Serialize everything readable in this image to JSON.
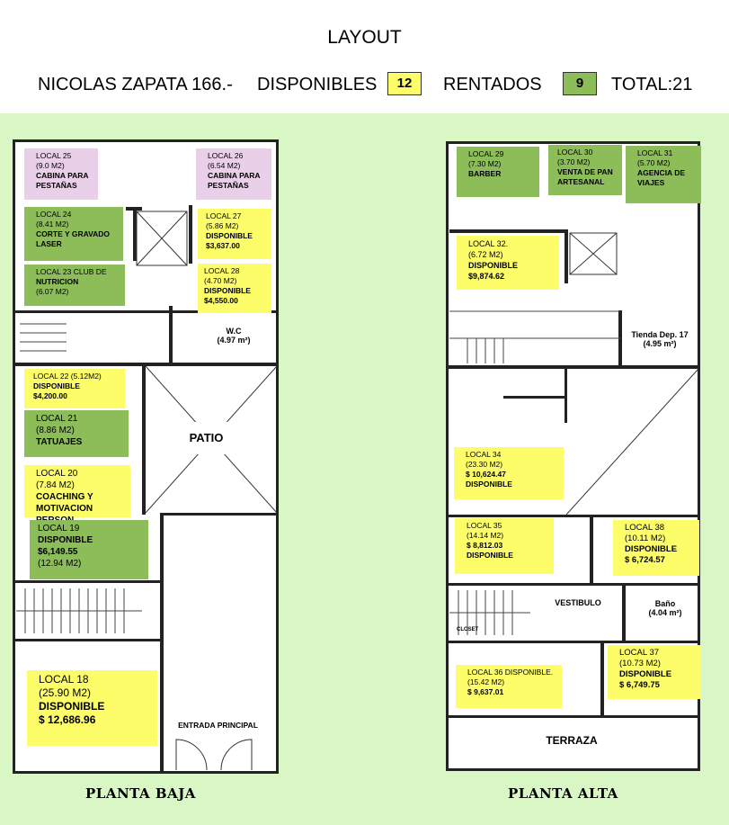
{
  "title": "LAYOUT",
  "header": {
    "address": "NICOLAS ZAPATA 166.-",
    "available_label": "DISPONIBLES",
    "available_count": "12",
    "rented_label": "RENTADOS",
    "rented_count": "9",
    "total_label": "TOTAL:21"
  },
  "colors": {
    "available": "#fdfd6a",
    "rented": "#8cbd58",
    "background": "#d9f6c5",
    "cabin": "#e9cfe8"
  },
  "planta_baja": {
    "label": "PLANTA BAJA",
    "patio": "PATIO",
    "entrance": "ENTRADA PRINCIPAL",
    "wc": "W.C",
    "wc_area": "(4.97 m²)",
    "local_25": [
      "LOCAL 25",
      "(9.0 M2)",
      "CABINA PARA",
      "PESTAÑAS"
    ],
    "local_26": [
      "LOCAL 26",
      "(6.54 M2)",
      "CABINA PARA",
      "PESTAÑAS"
    ],
    "local_24": [
      "LOCAL 24",
      "(8.41 M2)",
      "CORTE Y GRAVADO",
      "LASER"
    ],
    "local_27": [
      "LOCAL 27",
      "(5.86 M2)",
      "DISPONIBLE",
      "$3,637.00"
    ],
    "local_23": [
      "LOCAL 23 CLUB DE",
      "NUTRICION",
      "(6.07 M2)"
    ],
    "local_28": [
      "LOCAL 28",
      "(4.70 M2)",
      "DISPONIBLE",
      "$4,550.00"
    ],
    "local_22": [
      "LOCAL 22 (5.12M2)",
      "DISPONIBLE",
      "$4,200.00"
    ],
    "local_21": [
      "LOCAL 21",
      "(8.86 M2)",
      "TATUAJES"
    ],
    "local_20": [
      "LOCAL 20",
      "(7.84 M2)",
      "COACHING Y",
      "MOTIVACION PERSON"
    ],
    "local_19": [
      "LOCAL 19",
      "DISPONIBLE",
      "$6,149.55",
      "(12.94 M2)"
    ],
    "local_18": [
      "LOCAL 18",
      "(25.90 M2)",
      "DISPONIBLE",
      "$ 12,686.96"
    ]
  },
  "planta_alta": {
    "label": "PLANTA ALTA",
    "vestibulo": "VESTIBULO",
    "terraza": "TERRAZA",
    "closet": "CLOSET",
    "bano": "Baño",
    "bano_area": "(4.04 m²)",
    "tienda": "Tienda Dep. 17",
    "tienda_area": "(4.95 m²)",
    "local_29": [
      "LOCAL 29",
      "(7.30 M2)",
      "BARBER"
    ],
    "local_30": [
      "LOCAL 30",
      "(3.70 M2)",
      "VENTA DE PAN",
      "ARTESANAL"
    ],
    "local_31": [
      "LOCAL 31",
      "(5.70 M2)",
      "AGENCIA DE",
      "VIAJES"
    ],
    "local_32": [
      "LOCAL 32.",
      "(6.72 M2)",
      "DISPONIBLE",
      "$9,874.62"
    ],
    "local_34": [
      "LOCAL 34",
      "(23.30 M2)",
      "$ 10,624.47",
      "DISPONIBLE"
    ],
    "local_35": [
      "LOCAL 35",
      "(14.14 M2)",
      "$ 8,812.03",
      "DISPONIBLE"
    ],
    "local_38": [
      "LOCAL 38",
      "(10.11 M2)",
      "DISPONIBLE",
      "$ 6,724.57"
    ],
    "local_37": [
      "LOCAL 37",
      "(10.73 M2)",
      "DISPONIBLE",
      "$ 6,749.75"
    ],
    "local_36": [
      "LOCAL 36 DISPONIBLE.",
      "(15.42 M2)",
      "$ 9,637.01"
    ]
  }
}
